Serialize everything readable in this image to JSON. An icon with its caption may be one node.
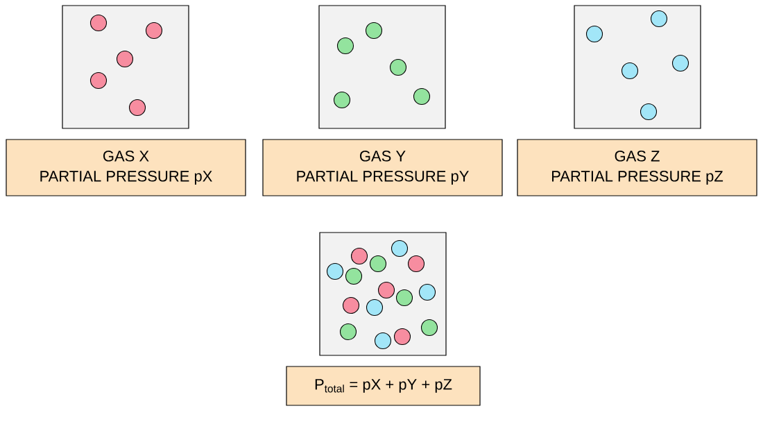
{
  "diagram": {
    "nodes": [
      {
        "text": [
          "GAS X",
          "PARTIAL PRESSURE pX"
        ]
      },
      {
        "text": [
          "GAS Y",
          "PARTIAL PRESSURE pY"
        ]
      },
      {
        "text": [
          "GAS Z",
          "PARTIAL PRESSURE pZ"
        ]
      },
      {
        "text": [
          "P$_{total}$ = pX + pY + pZ"
        ]
      }
    ]
  }
}
